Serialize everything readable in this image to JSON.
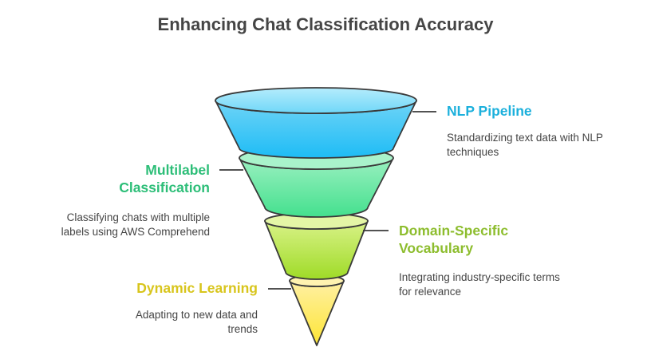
{
  "title": "Enhancing Chat Classification Accuracy",
  "stages": [
    {
      "heading": "NLP Pipeline",
      "description": "Standardizing text data with NLP techniques",
      "color": "#1cb0dc"
    },
    {
      "heading": "Multilabel Classification",
      "description": "Classifying chats with multiple labels using AWS Comprehend",
      "color": "#2dbe78"
    },
    {
      "heading": "Domain-Specific Vocabulary",
      "description": "Integrating industry-specific terms for relevance",
      "color": "#8dbd2e"
    },
    {
      "heading": "Dynamic Learning",
      "description": "Adapting to new data and trends",
      "color": "#d8c51c"
    }
  ]
}
